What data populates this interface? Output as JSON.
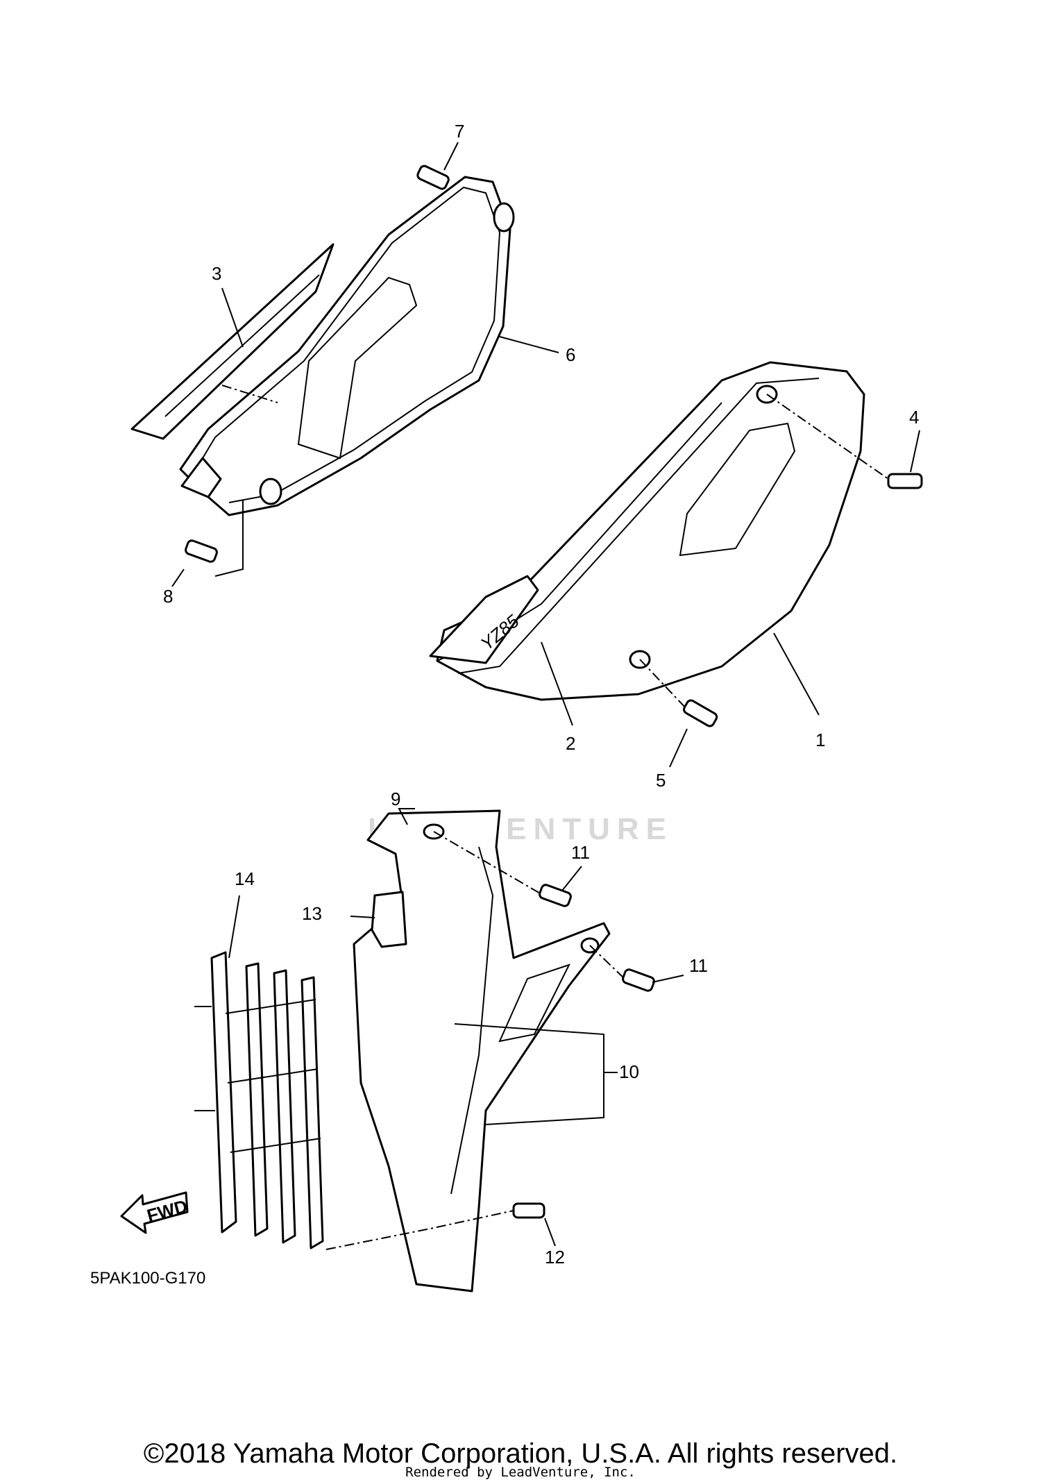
{
  "diagram": {
    "callouts": [
      "1",
      "2",
      "3",
      "4",
      "5",
      "6",
      "7",
      "8",
      "9",
      "10",
      "11",
      "11",
      "12",
      "13",
      "14"
    ],
    "decal_text": "YZ85",
    "direction_label": "FWD",
    "drawing_code": "5PAK100-G170",
    "watermark": "LEADVENTURE",
    "copyright": "©2018 Yamaha Motor Corporation, U.S.A. All rights reserved.",
    "rendered_by": "Rendered by LeadVenture, Inc."
  }
}
